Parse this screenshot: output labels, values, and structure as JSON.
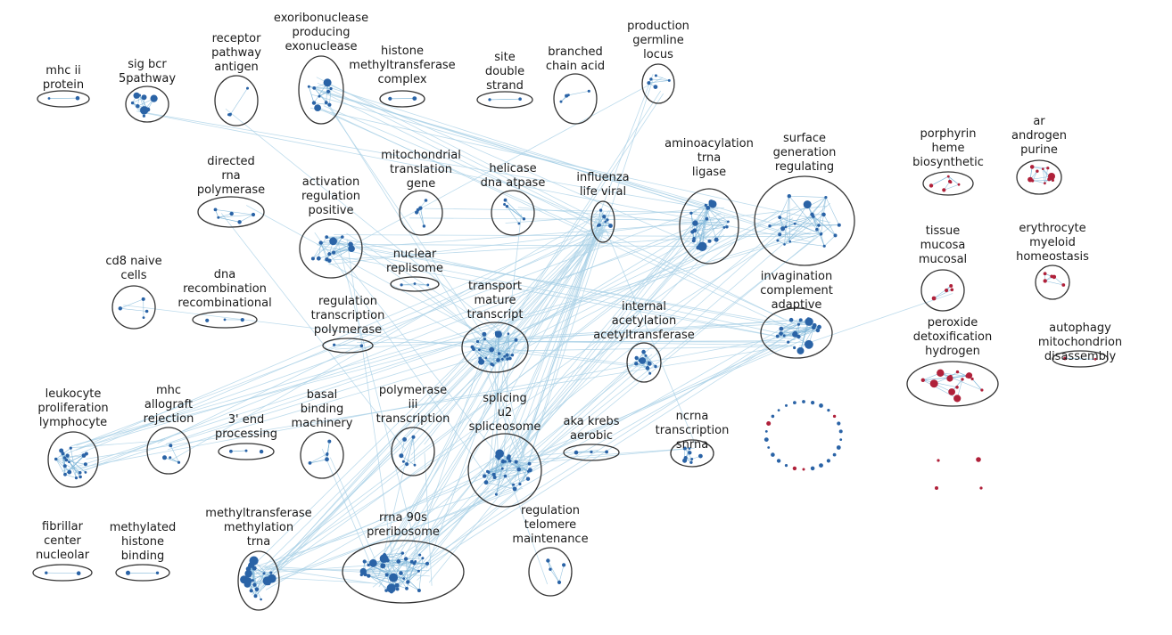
{
  "colors": {
    "node_blue": "#2a63a6",
    "node_red": "#b0213a",
    "edge": "#a8d0e6",
    "ellipse": "#333333"
  },
  "clusters": [
    {
      "id": "c1",
      "lines": [
        "mhc ii",
        "protein"
      ],
      "color": "blue",
      "n": 2
    },
    {
      "id": "c2",
      "lines": [
        "sig bcr",
        "5pathway"
      ],
      "color": "blue",
      "n": 9
    },
    {
      "id": "c3",
      "lines": [
        "receptor",
        "pathway",
        "antigen"
      ],
      "color": "blue",
      "n": 4
    },
    {
      "id": "c4",
      "lines": [
        "exoribonuclease",
        "producing",
        "exonuclease"
      ],
      "color": "blue",
      "n": 10
    },
    {
      "id": "c5",
      "lines": [
        "histone",
        "methyltransferase",
        "complex"
      ],
      "color": "blue",
      "n": 2
    },
    {
      "id": "c6",
      "lines": [
        "site",
        "double",
        "strand"
      ],
      "color": "blue",
      "n": 2
    },
    {
      "id": "c7",
      "lines": [
        "branched",
        "chain acid"
      ],
      "color": "blue",
      "n": 4
    },
    {
      "id": "c8",
      "lines": [
        "production",
        "germline",
        "locus"
      ],
      "color": "blue",
      "n": 5
    },
    {
      "id": "c9",
      "lines": [
        "directed",
        "rna",
        "polymerase"
      ],
      "color": "blue",
      "n": 5
    },
    {
      "id": "c10",
      "lines": [
        "activation",
        "regulation",
        "positive"
      ],
      "color": "blue",
      "n": 12
    },
    {
      "id": "c11",
      "lines": [
        "mitochondrial",
        "translation",
        "gene"
      ],
      "color": "blue",
      "n": 5
    },
    {
      "id": "c12",
      "lines": [
        "helicase",
        "dna atpase"
      ],
      "color": "blue",
      "n": 5
    },
    {
      "id": "c13",
      "lines": [
        "influenza",
        "life viral"
      ],
      "color": "blue",
      "n": 7
    },
    {
      "id": "c14",
      "lines": [
        "aminoacylation",
        "trna",
        "ligase"
      ],
      "color": "blue",
      "n": 18
    },
    {
      "id": "c15",
      "lines": [
        "surface",
        "generation",
        "regulating"
      ],
      "color": "blue",
      "n": 22
    },
    {
      "id": "c16",
      "lines": [
        "porphyrin",
        "heme",
        "biosynthetic"
      ],
      "color": "red",
      "n": 6
    },
    {
      "id": "c17",
      "lines": [
        "ar",
        "androgen",
        "purine"
      ],
      "color": "red",
      "n": 10
    },
    {
      "id": "c18",
      "lines": [
        "cd8 naive",
        "cells"
      ],
      "color": "blue",
      "n": 4
    },
    {
      "id": "c19",
      "lines": [
        "dna",
        "recombination",
        "recombinational"
      ],
      "color": "blue",
      "n": 3
    },
    {
      "id": "c20",
      "lines": [
        "nuclear",
        "replisome"
      ],
      "color": "blue",
      "n": 3
    },
    {
      "id": "c21",
      "lines": [
        "tissue",
        "mucosa",
        "mucosal"
      ],
      "color": "red",
      "n": 4
    },
    {
      "id": "c22",
      "lines": [
        "erythrocyte",
        "myeloid",
        "homeostasis"
      ],
      "color": "red",
      "n": 5
    },
    {
      "id": "c23",
      "lines": [
        "regulation",
        "transcription",
        "polymerase"
      ],
      "color": "blue",
      "n": 2
    },
    {
      "id": "c24",
      "lines": [
        "transport",
        "mature",
        "transcript"
      ],
      "color": "blue",
      "n": 24
    },
    {
      "id": "c25",
      "lines": [
        "internal",
        "acetylation",
        "acetyltransferase"
      ],
      "color": "blue",
      "n": 12
    },
    {
      "id": "c26",
      "lines": [
        "invagination",
        "complement",
        "adaptive"
      ],
      "color": "blue",
      "n": 20
    },
    {
      "id": "c27",
      "lines": [
        "peroxide",
        "detoxification",
        "hydrogen"
      ],
      "color": "red",
      "n": 14
    },
    {
      "id": "c28",
      "lines": [
        "autophagy",
        "mitochondrion",
        "disassembly"
      ],
      "color": "red",
      "n": 2
    },
    {
      "id": "c29",
      "lines": [
        "leukocyte",
        "proliferation",
        "lymphocyte"
      ],
      "color": "blue",
      "n": 18
    },
    {
      "id": "c30",
      "lines": [
        "mhc",
        "allograft",
        "rejection"
      ],
      "color": "blue",
      "n": 4
    },
    {
      "id": "c31",
      "lines": [
        "3' end",
        "processing"
      ],
      "color": "blue",
      "n": 3
    },
    {
      "id": "c32",
      "lines": [
        "basal",
        "binding",
        "machinery"
      ],
      "color": "blue",
      "n": 5
    },
    {
      "id": "c33",
      "lines": [
        "polymerase",
        "iii",
        "transcription"
      ],
      "color": "blue",
      "n": 6
    },
    {
      "id": "c34",
      "lines": [
        "splicing",
        "u2",
        "spliceosome"
      ],
      "color": "blue",
      "n": 26
    },
    {
      "id": "c35",
      "lines": [
        "aka krebs",
        "aerobic"
      ],
      "color": "blue",
      "n": 3
    },
    {
      "id": "c36",
      "lines": [
        "ncrna",
        "transcription",
        "snrna"
      ],
      "color": "blue",
      "n": 8
    },
    {
      "id": "c37",
      "lines": [
        "fibrillar",
        "center",
        "nucleolar"
      ],
      "color": "blue",
      "n": 2
    },
    {
      "id": "c38",
      "lines": [
        "methylated",
        "histone",
        "binding"
      ],
      "color": "blue",
      "n": 2
    },
    {
      "id": "c39",
      "lines": [
        "methyltransferase",
        "methylation",
        "trna"
      ],
      "color": "blue",
      "n": 22
    },
    {
      "id": "c40",
      "lines": [
        "rrna 90s",
        "preribosome"
      ],
      "color": "blue",
      "n": 34
    },
    {
      "id": "c41",
      "lines": [
        "regulation",
        "telomere",
        "maintenance"
      ],
      "color": "blue",
      "n": 4
    }
  ],
  "singletons_ring": {
    "n": 26,
    "red_indices": [
      4,
      13,
      14,
      21
    ]
  },
  "singletons_red": {
    "n": 4
  }
}
